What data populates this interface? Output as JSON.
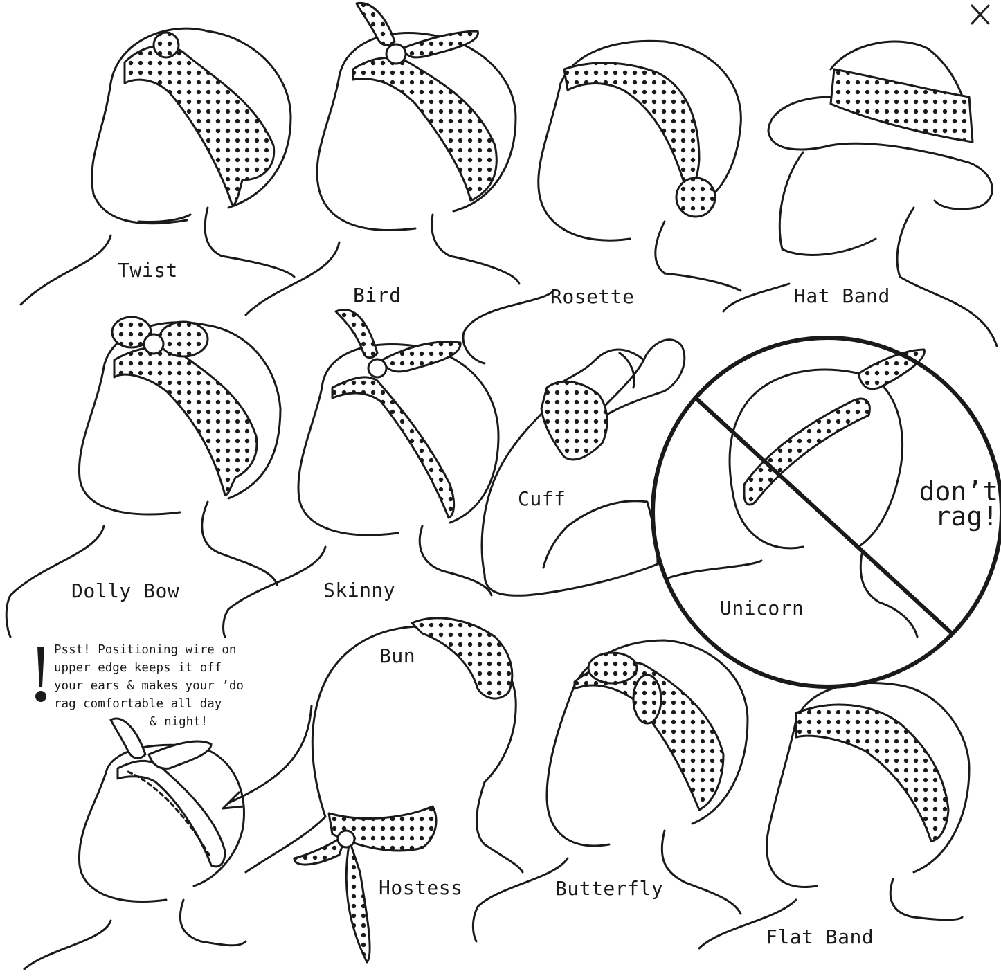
{
  "close_button": {
    "label": "×",
    "icon": "close-icon"
  },
  "styles": [
    {
      "id": "twist",
      "label": "Twist"
    },
    {
      "id": "bird",
      "label": "Bird"
    },
    {
      "id": "rosette",
      "label": "Rosette"
    },
    {
      "id": "hat-band",
      "label": "Hat Band"
    },
    {
      "id": "dolly-bow",
      "label": "Dolly Bow"
    },
    {
      "id": "skinny",
      "label": "Skinny"
    },
    {
      "id": "cuff",
      "label": "Cuff"
    },
    {
      "id": "unicorn",
      "label": "Unicorn"
    },
    {
      "id": "bun",
      "label": "Bun"
    },
    {
      "id": "hostess",
      "label": "Hostess"
    },
    {
      "id": "butterfly",
      "label": "Butterfly"
    },
    {
      "id": "flat-band",
      "label": "Flat Band"
    }
  ],
  "warning": {
    "line1": "don’t",
    "line2": "rag!"
  },
  "tip": {
    "lines": [
      "Psst! Positioning wire on",
      "upper edge keeps it off",
      "your ears & makes your ’do",
      "rag comfortable all day",
      "& night!"
    ]
  },
  "colors": {
    "ink": "#1a1a1a",
    "background": "#ffffff"
  }
}
